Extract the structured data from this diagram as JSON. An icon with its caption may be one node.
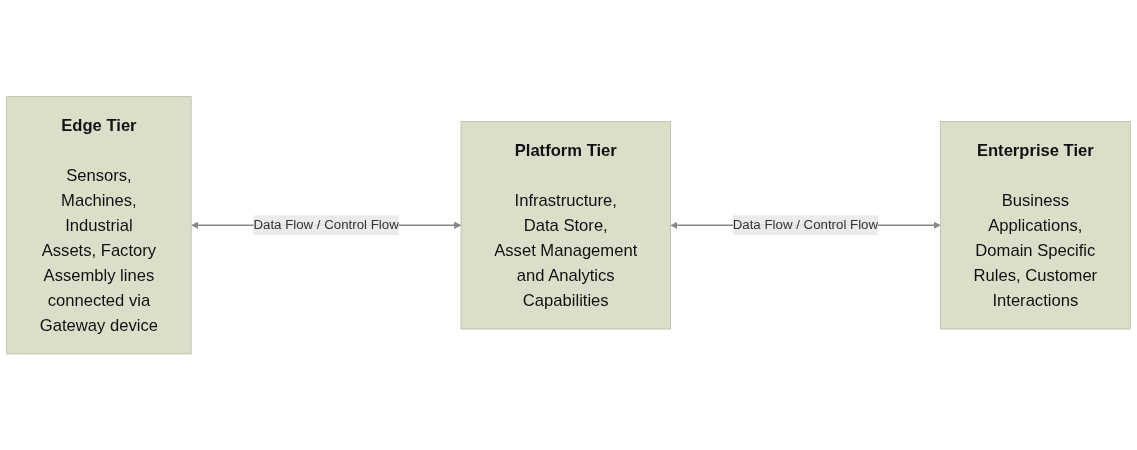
{
  "diagram": {
    "nodes": [
      {
        "text": [
          "Edge Tier",
          "Sensors, Machines, Industrial Assets, Factory Assembly lines connected via Gateway device"
        ]
      },
      {
        "text": [
          "Platform Tier",
          "Infrastructure, Data Store, Asset Management and Analytics Capabilities"
        ]
      },
      {
        "text": [
          "Enterprise Tier",
          "Business Applications, Domain Specific Rules, Customer Interactions"
        ]
      }
    ],
    "edges": [
      {
        "from": 0,
        "to": 1,
        "arrow": "both",
        "label": "Data Flow / Control Flow"
      },
      {
        "from": 1,
        "to": 2,
        "arrow": "both",
        "label": "Data Flow / Control Flow"
      }
    ]
  }
}
